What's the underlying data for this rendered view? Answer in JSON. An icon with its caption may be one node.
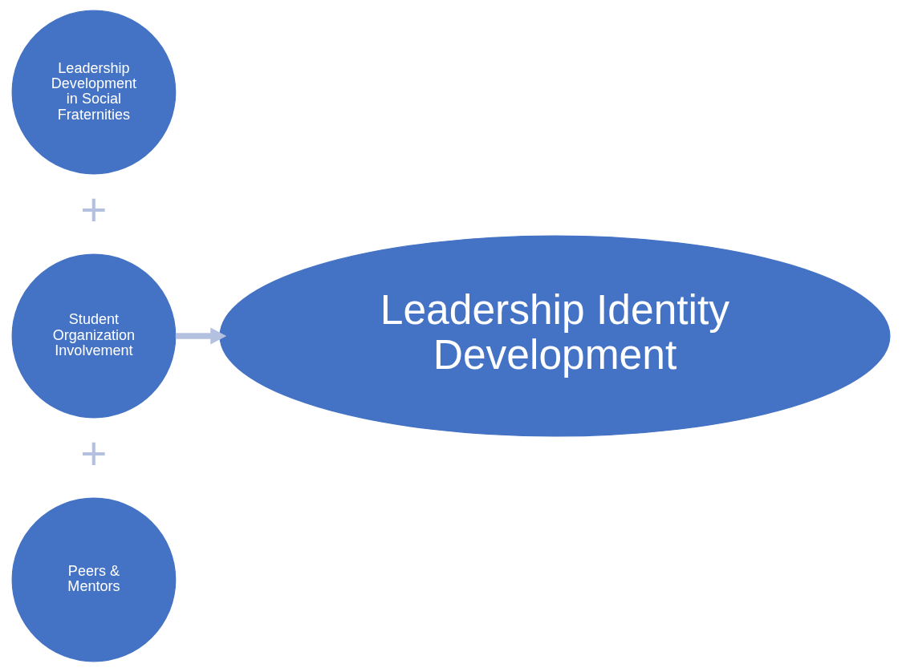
{
  "diagram": {
    "nodes": [
      {
        "text": [
          "Leadership Development in Social Fraternities"
        ]
      },
      {
        "text": [
          "Student Organization Involvement"
        ]
      },
      {
        "text": [
          "Peers & Mentors"
        ]
      },
      {
        "text": [
          "Leadership Identity Development"
        ]
      }
    ],
    "edges": [
      {
        "from": 1,
        "to": 3,
        "arrow": "to"
      }
    ],
    "labels": [
      "+",
      "+"
    ]
  }
}
